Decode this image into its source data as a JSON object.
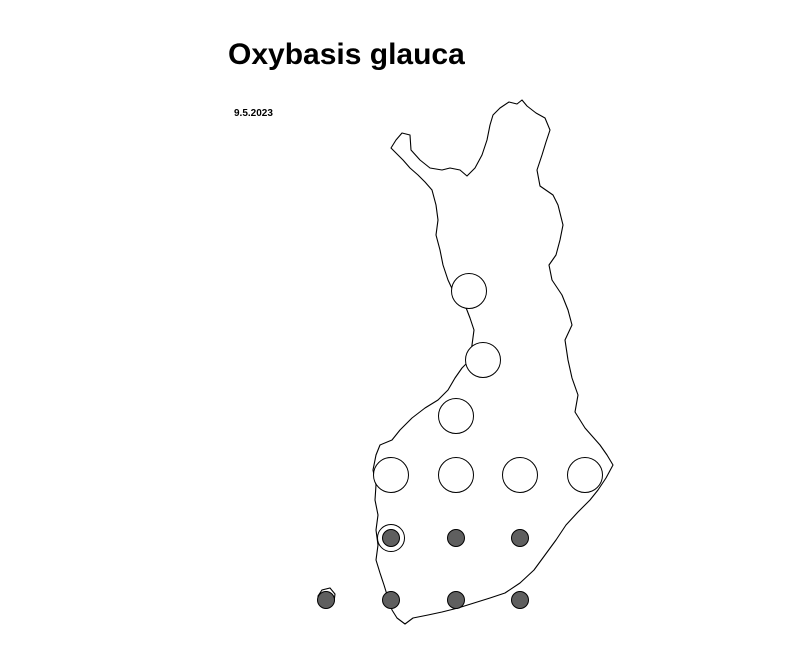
{
  "title": "Oxybasis glauca",
  "date": "9.5.2023",
  "colors": {
    "outline": "#000000",
    "filled_marker": "#5f5f5f",
    "empty_marker_fill": "#ffffff",
    "background": "#ffffff"
  },
  "markers": [
    {
      "type": "open"
    },
    {
      "type": "open"
    },
    {
      "type": "open"
    },
    {
      "type": "open"
    },
    {
      "type": "open"
    },
    {
      "type": "open"
    },
    {
      "type": "open"
    },
    {
      "type": "filled-ringed"
    },
    {
      "type": "filled"
    },
    {
      "type": "filled"
    },
    {
      "type": "filled"
    },
    {
      "type": "filled"
    },
    {
      "type": "filled"
    },
    {
      "type": "filled"
    }
  ]
}
